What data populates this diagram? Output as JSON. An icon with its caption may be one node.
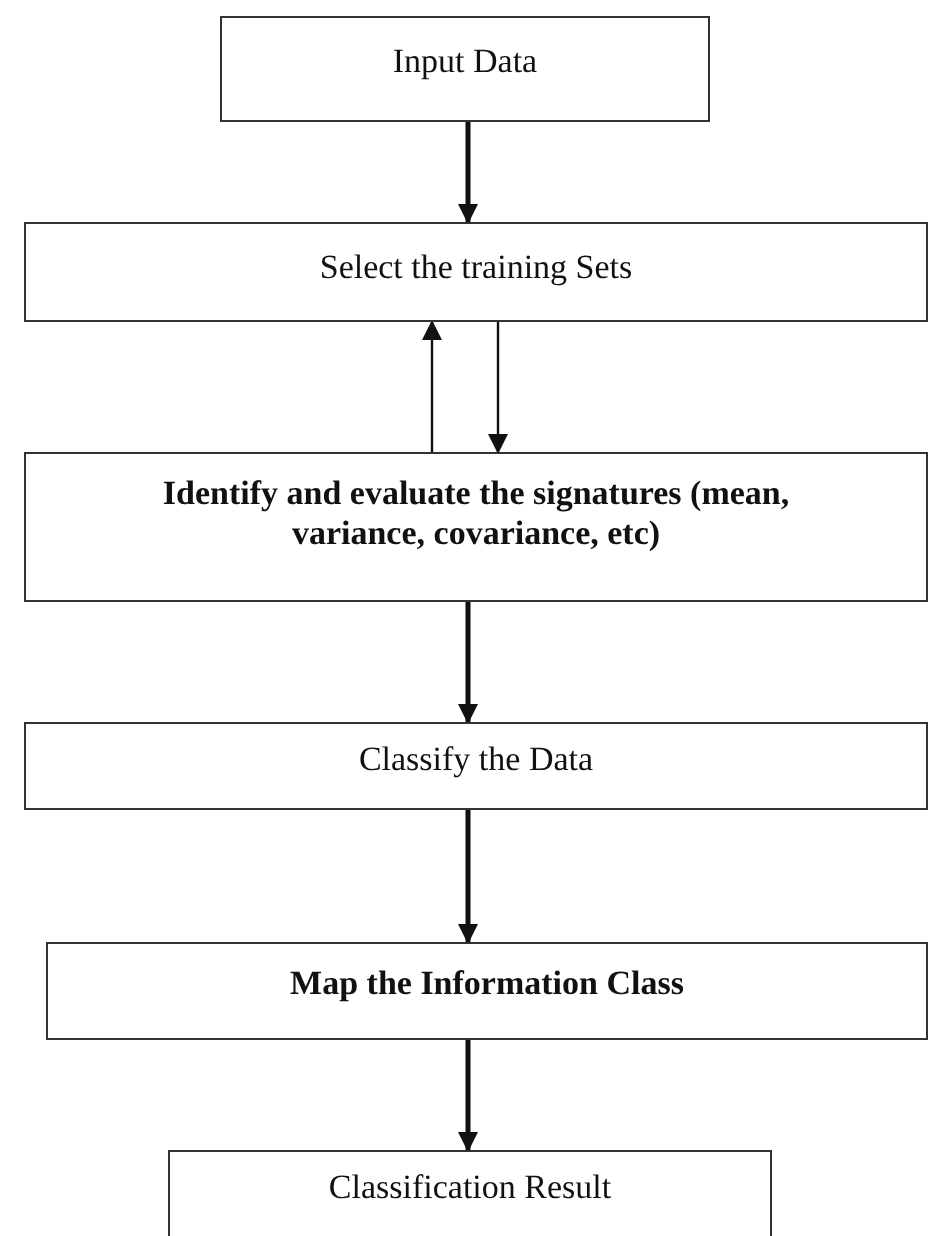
{
  "diagram": {
    "nodes": [
      {
        "text": [
          "Input Data"
        ]
      },
      {
        "text": [
          "Select the training Sets"
        ]
      },
      {
        "text": [
          "Identify and evaluate the signatures (mean, variance, covariance, etc)"
        ]
      },
      {
        "text": [
          "Classify the Data"
        ]
      },
      {
        "text": [
          "Map the Information Class"
        ]
      },
      {
        "text": [
          "Classification Result"
        ]
      }
    ],
    "edges": [
      {
        "from": 0,
        "to": 1,
        "arrow": "to"
      },
      {
        "from": 1,
        "to": 2,
        "arrow": "to"
      },
      {
        "from": 2,
        "to": 1,
        "arrow": "to"
      },
      {
        "from": 2,
        "to": 3,
        "arrow": "to"
      },
      {
        "from": 3,
        "to": 4,
        "arrow": "to"
      },
      {
        "from": 4,
        "to": 5,
        "arrow": "to"
      }
    ]
  }
}
